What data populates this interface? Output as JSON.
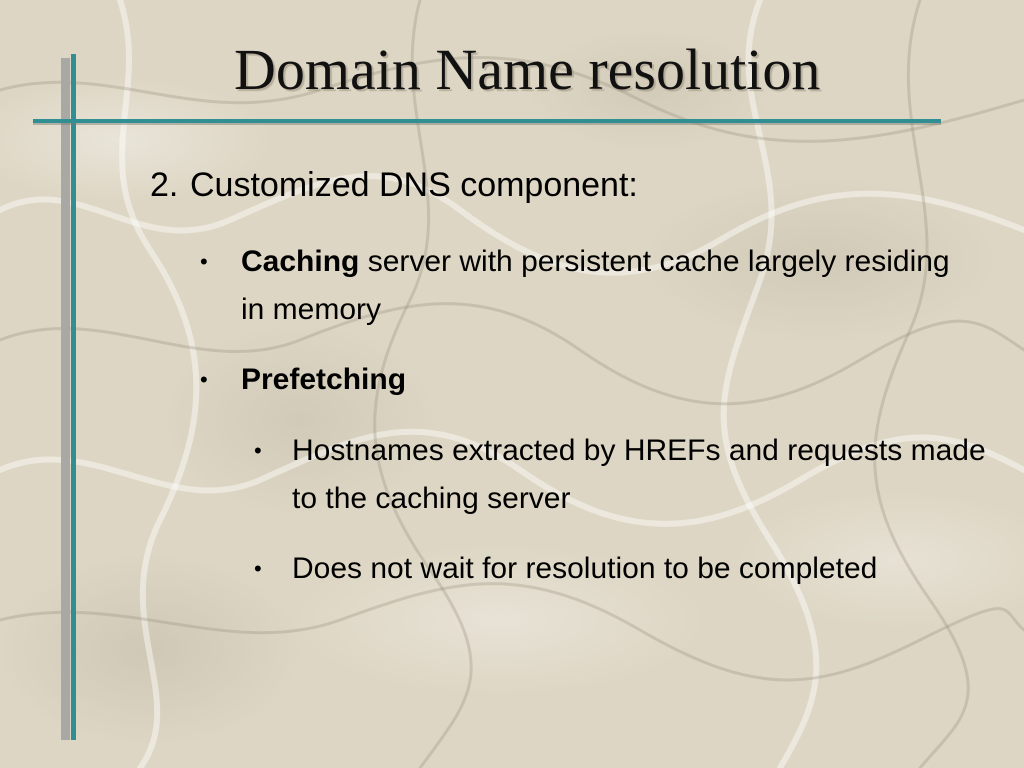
{
  "title": "Domain Name resolution",
  "content": {
    "point_number": "2.",
    "point_text": "Customized DNS component:",
    "bullets": [
      {
        "bold": "Caching",
        "text": " server with persistent cache largely residing in memory"
      },
      {
        "bold": "Prefetching",
        "text": ""
      }
    ],
    "sub_bullets": [
      {
        "text": "Hostnames extracted by HREFs and requests made to the caching server"
      },
      {
        "text": "Does not wait for resolution to be completed"
      }
    ],
    "bullet_glyph": "•"
  },
  "colors": {
    "accent": "#2f8f93",
    "bar_gray": "#a8a8a4",
    "background": "#ddd6c4"
  }
}
